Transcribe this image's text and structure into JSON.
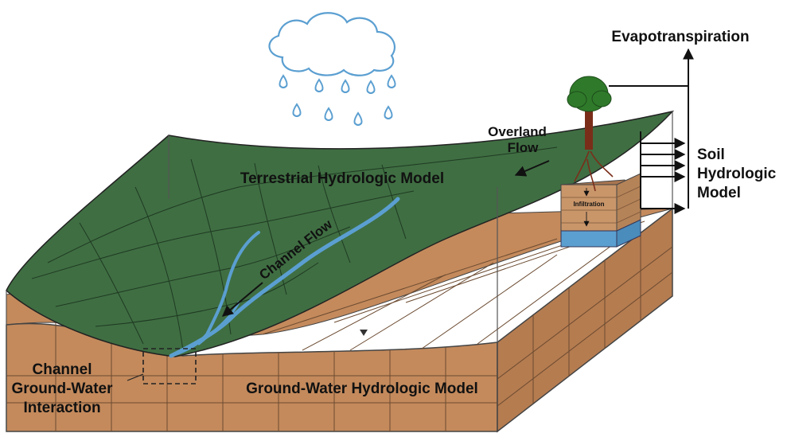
{
  "labels": {
    "evapotranspiration": "Evapotranspiration",
    "soil_line1": "Soil",
    "soil_line2": "Hydrologic",
    "soil_line3": "Model",
    "overland_line1": "Overland",
    "overland_line2": "Flow",
    "terrestrial": "Terrestrial Hydrologic Model",
    "channel_flow": "Channel Flow",
    "infiltration": "Infiltration",
    "groundwater": "Ground-Water Hydrologic Model",
    "interaction_line1": "Channel",
    "interaction_line2": "Ground-Water",
    "interaction_line3": "Interaction"
  },
  "colors": {
    "surface_green": "#3f6e42",
    "soil_brown": "#c48a5c",
    "water_blue": "#5b9fd1",
    "grid_line": "#333333",
    "tree_green": "#2f7a2a"
  },
  "icons": [
    "cloud-icon",
    "raindrop-icon",
    "tree-icon",
    "arrow-icon"
  ]
}
